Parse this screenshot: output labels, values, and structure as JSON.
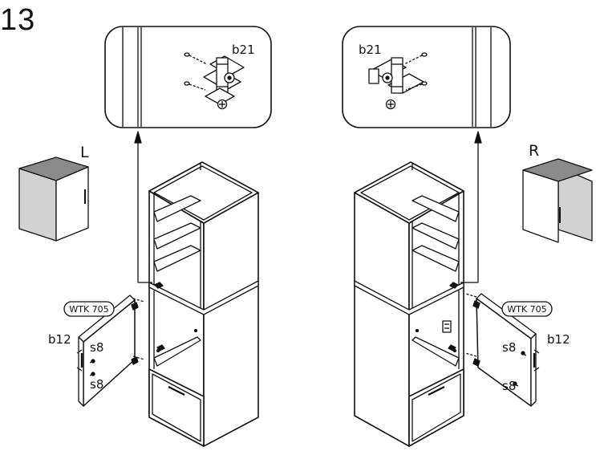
{
  "step_number": "13",
  "detail_left": {
    "part_code": "b21"
  },
  "detail_right": {
    "part_code": "b21"
  },
  "orientation_left": "L",
  "orientation_right": "R",
  "door_left": {
    "model_tag": "WTK 705",
    "hinge_code": "b12",
    "screw_upper": "s8",
    "screw_lower": "s8"
  },
  "door_right": {
    "model_tag": "WTK 705",
    "hinge_code": "b12",
    "screw_upper": "s8",
    "screw_lower": "s8"
  },
  "colors": {
    "line": "#111111",
    "panel_grey": "#d2d2d2",
    "cabinet_top": "#8a8a8a"
  }
}
